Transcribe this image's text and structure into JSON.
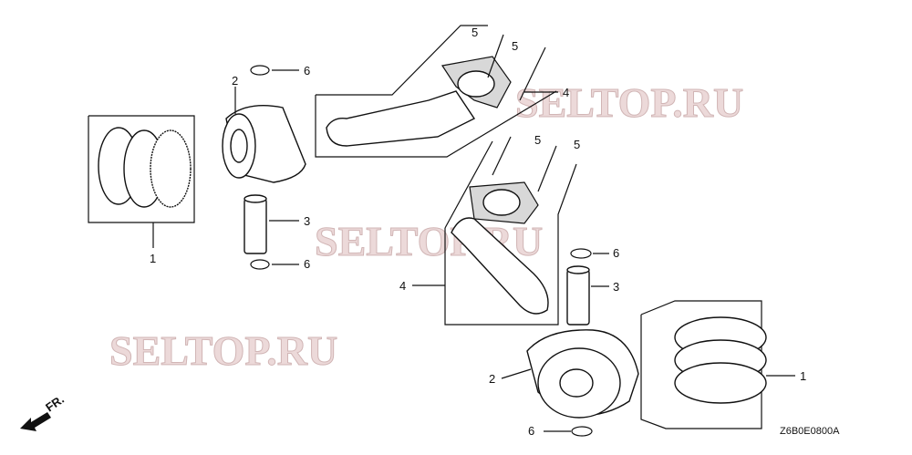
{
  "diagram": {
    "callouts": [
      {
        "id": "rings-left",
        "text": "1"
      },
      {
        "id": "rings-right",
        "text": "1"
      },
      {
        "id": "piston-upper",
        "text": "2"
      },
      {
        "id": "piston-lower",
        "text": "2"
      },
      {
        "id": "pin-upper",
        "text": "3"
      },
      {
        "id": "pin-lower",
        "text": "3"
      },
      {
        "id": "rod-upper",
        "text": "4"
      },
      {
        "id": "rod-lower",
        "text": "4"
      },
      {
        "id": "bolt-upper-a",
        "text": "5"
      },
      {
        "id": "bolt-upper-b",
        "text": "5"
      },
      {
        "id": "bolt-lower-a",
        "text": "5"
      },
      {
        "id": "bolt-lower-b",
        "text": "5"
      },
      {
        "id": "clip-upper-a",
        "text": "6"
      },
      {
        "id": "clip-upper-b",
        "text": "6"
      },
      {
        "id": "clip-lower-a",
        "text": "6"
      },
      {
        "id": "clip-lower-b",
        "text": "6"
      }
    ],
    "direction_label": "FR.",
    "diagram_code": "Z6B0E0800A",
    "watermark": "SELTOP.RU"
  }
}
